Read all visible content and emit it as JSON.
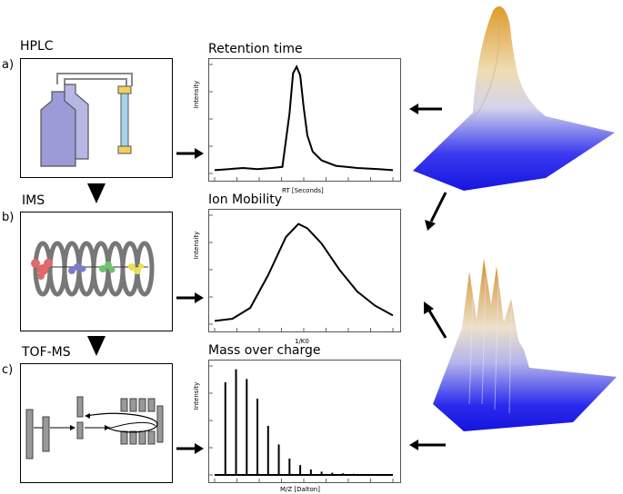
{
  "sections": [
    {
      "letter": "a)",
      "title": "HPLC"
    },
    {
      "letter": "b)",
      "title": "IMS"
    },
    {
      "letter": "c)",
      "title": "TOF-MS"
    }
  ],
  "plots": [
    {
      "title": "Retention time",
      "ylabel": "Intensity",
      "xlabel": "RT [Seconds]"
    },
    {
      "title": "Ion Mobility",
      "ylabel": "Intensity",
      "xlabel": "1/K0"
    },
    {
      "title": "Mass over charge",
      "ylabel": "Intensity",
      "xlabel": "M/Z [Dalton]"
    }
  ],
  "colors": {
    "hplc_bottle": "#9b9bd8",
    "hplc_column": "#a9d2ea",
    "hplc_cap": "#f2d15a",
    "surface_blue": "#2222ee",
    "surface_orange": "#e3a032"
  },
  "chart_data": [
    {
      "type": "line",
      "title": "Retention time",
      "xlabel": "RT [Seconds]",
      "ylabel": "Intensity",
      "x": [
        0,
        8,
        16,
        24,
        32,
        38,
        42,
        44,
        46,
        48,
        50,
        52,
        55,
        60,
        68,
        80,
        92,
        100
      ],
      "y": [
        0.03,
        0.04,
        0.05,
        0.04,
        0.05,
        0.06,
        0.55,
        0.92,
        0.98,
        0.9,
        0.6,
        0.35,
        0.2,
        0.12,
        0.07,
        0.05,
        0.04,
        0.03
      ]
    },
    {
      "type": "line",
      "title": "Ion Mobility",
      "xlabel": "1/K0",
      "ylabel": "Intensity",
      "x": [
        0,
        10,
        20,
        30,
        40,
        47,
        52,
        60,
        70,
        80,
        90,
        100
      ],
      "y": [
        0.03,
        0.05,
        0.15,
        0.45,
        0.8,
        0.92,
        0.88,
        0.74,
        0.5,
        0.3,
        0.17,
        0.08
      ]
    },
    {
      "type": "bar",
      "title": "Mass over charge",
      "xlabel": "M/Z [Dalton]",
      "ylabel": "Intensity",
      "x": [
        6,
        12,
        18,
        24,
        30,
        36,
        42,
        48,
        54,
        60,
        66,
        72,
        78
      ],
      "y": [
        0.85,
        0.97,
        0.88,
        0.7,
        0.45,
        0.28,
        0.15,
        0.09,
        0.05,
        0.03,
        0.02,
        0.015,
        0.01
      ]
    }
  ]
}
